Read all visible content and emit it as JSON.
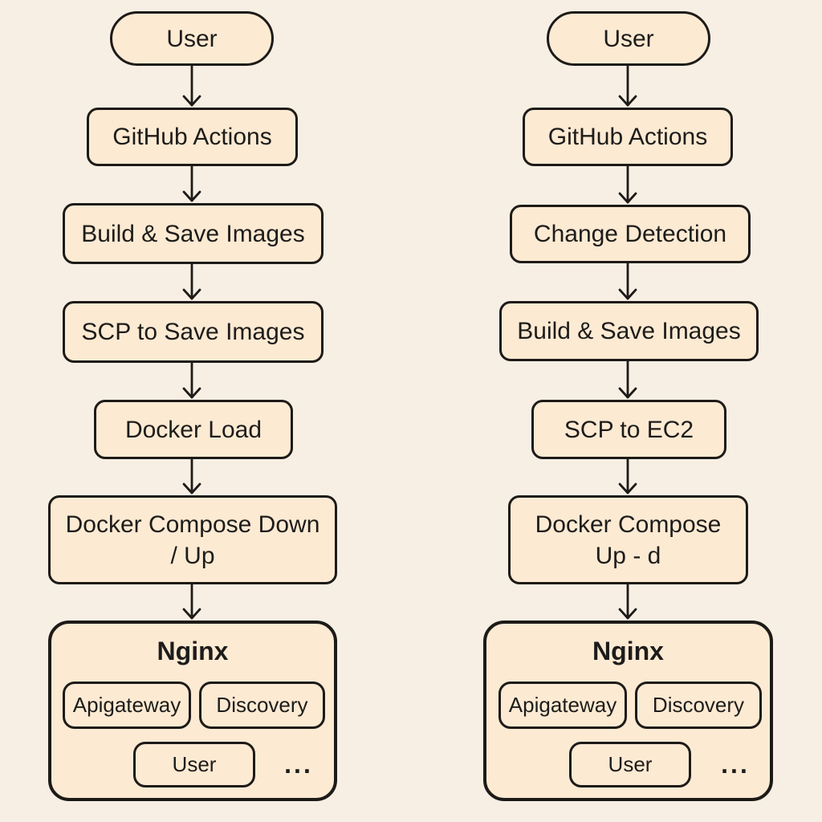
{
  "palette": {
    "background": "#f8efe4",
    "node_fill": "#fdead3",
    "stroke": "#1d1b18",
    "text": "#1d1c1a"
  },
  "left_pipeline": {
    "user": "User",
    "github_actions": "GitHub Actions",
    "build_save_images": "Build & Save Images",
    "scp_to_save_images": "SCP to Save Images",
    "docker_load": "Docker Load",
    "docker_compose_line1": "Docker Compose Down",
    "docker_compose_line2": "/ Up",
    "nginx": {
      "title": "Nginx",
      "services": [
        "Apigateway",
        "Discovery",
        "User"
      ],
      "more": "..."
    }
  },
  "right_pipeline": {
    "user": "User",
    "github_actions": "GitHub Actions",
    "change_detection": "Change Detection",
    "build_save_images": "Build & Save Images",
    "scp_to_ec2": "SCP to EC2",
    "docker_compose_line1": "Docker Compose",
    "docker_compose_line2": "Up - d",
    "nginx": {
      "title": "Nginx",
      "services": [
        "Apigateway",
        "Discovery",
        "User"
      ],
      "more": "..."
    }
  }
}
